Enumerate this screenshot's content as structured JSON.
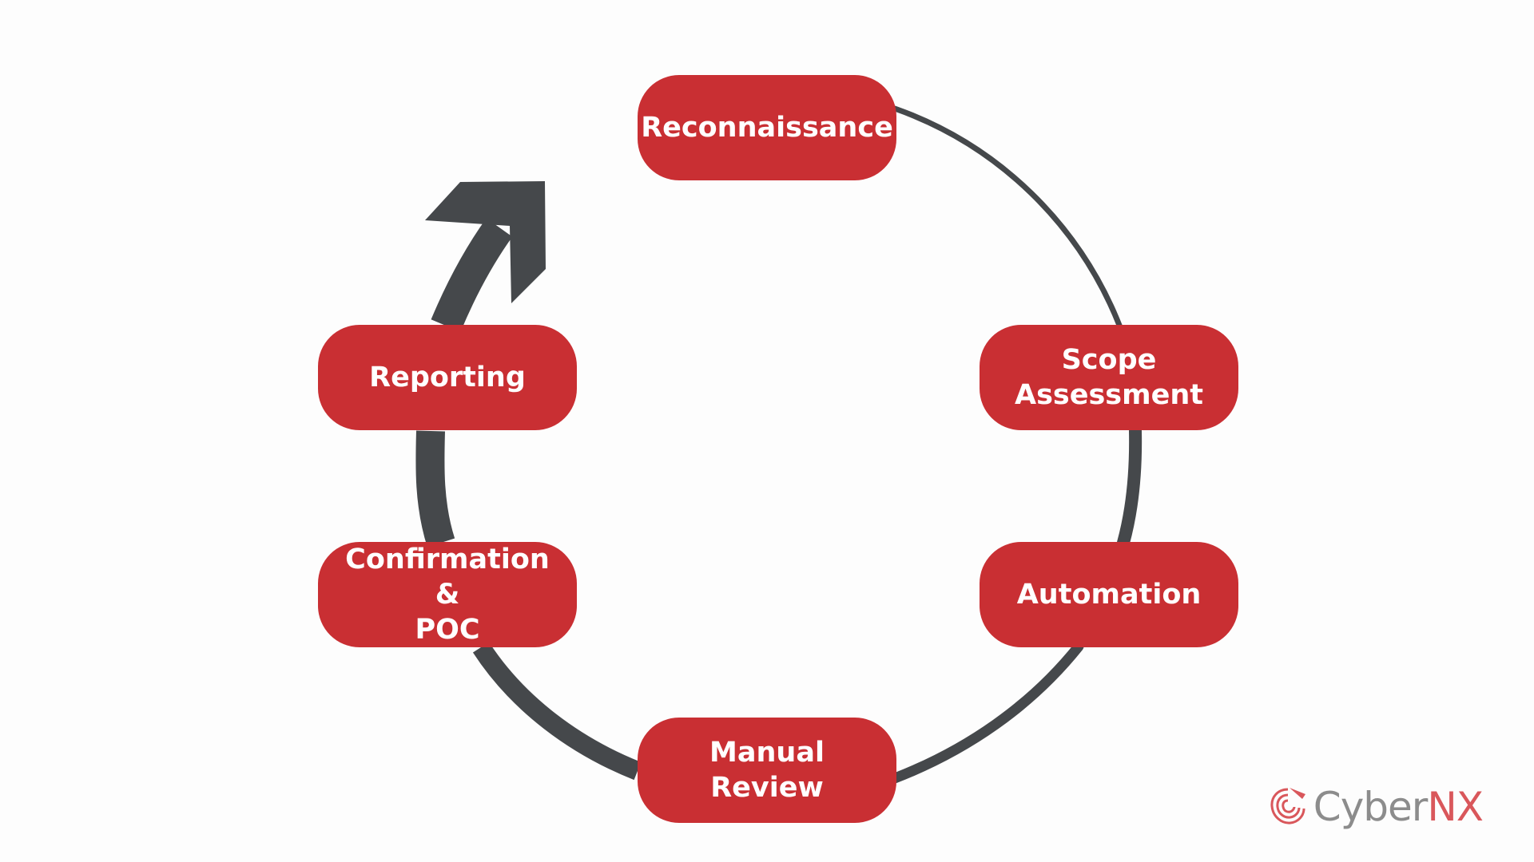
{
  "colors": {
    "background": "#fdfdfd",
    "step_fill": "#c92f33",
    "step_text": "#ffffff",
    "cycle_stroke": "#45484b",
    "logo_gray": "#8c8c8c",
    "logo_red": "#d9575b"
  },
  "steps": [
    {
      "label": "Reconnaissance"
    },
    {
      "label": "Scope\nAssessment"
    },
    {
      "label": "Automation"
    },
    {
      "label": "Manual Review"
    },
    {
      "label": "Confirmation &\nPOC"
    },
    {
      "label": "Reporting"
    }
  ],
  "logo": {
    "icon": "spiral-shield-icon",
    "text_part1": "Cyber",
    "text_part2": "NX"
  }
}
